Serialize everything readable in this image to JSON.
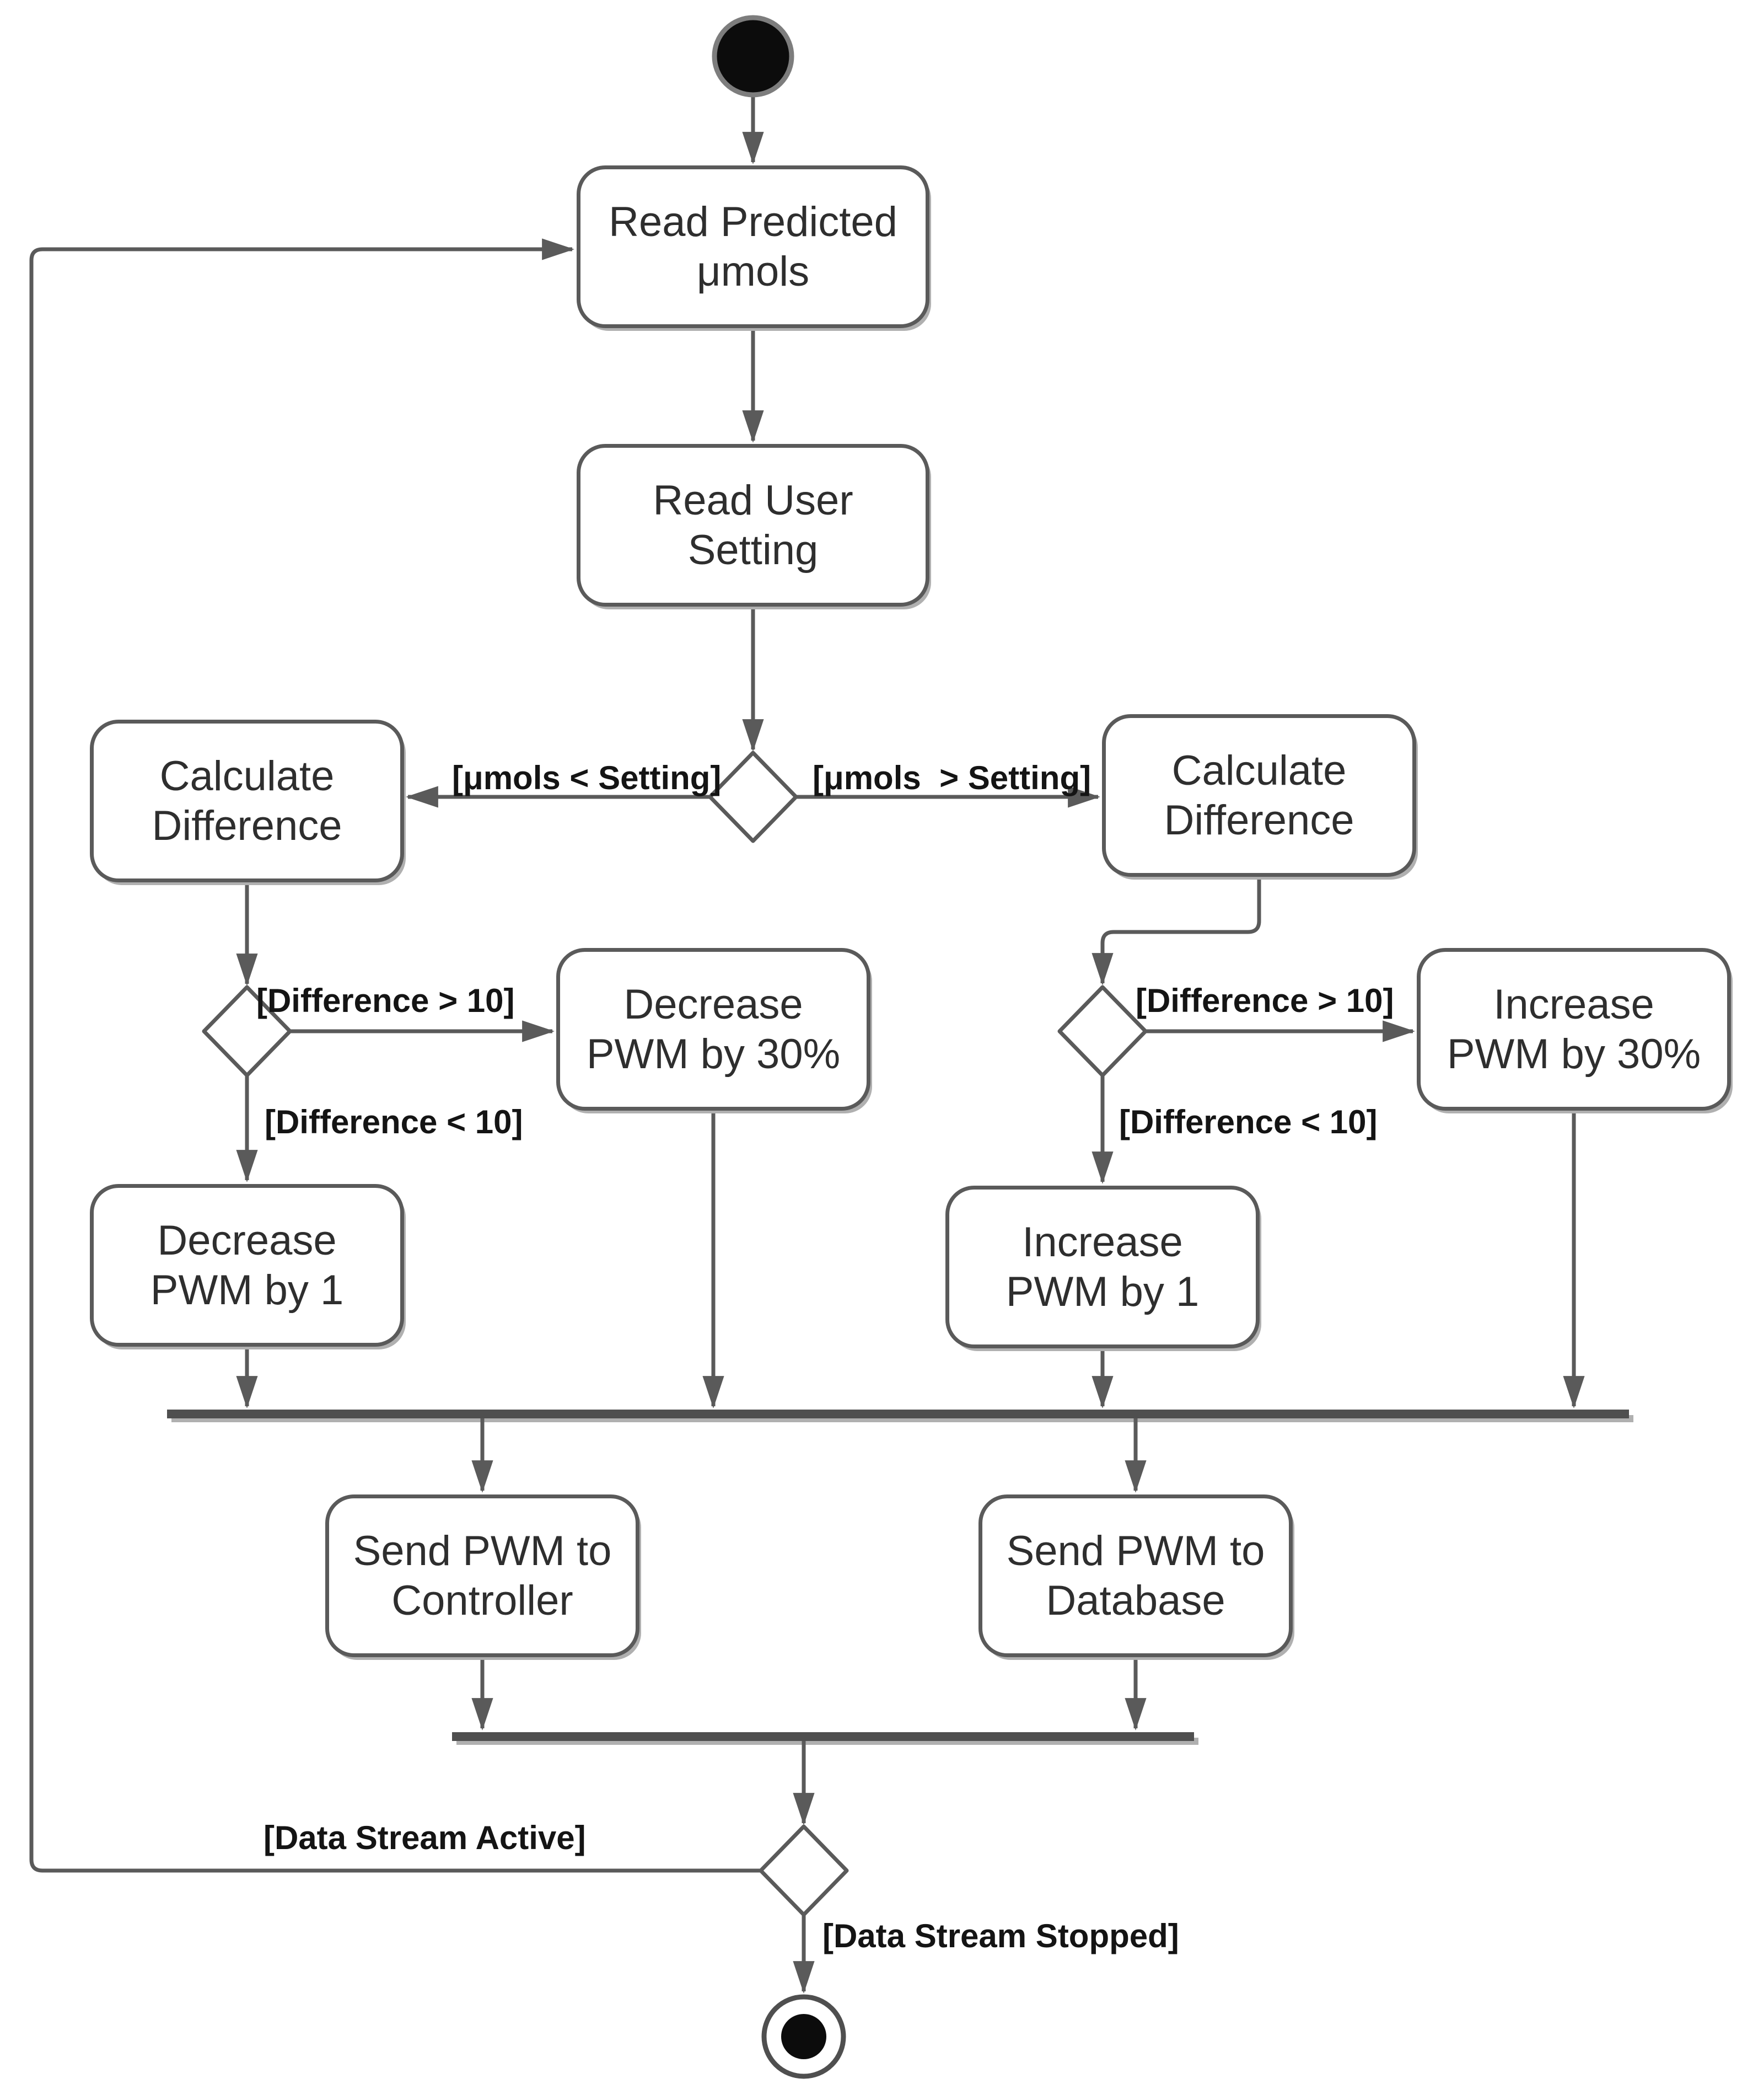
{
  "nodes": {
    "read_predicted": {
      "line1": "Read Predicted",
      "line2": "μmols"
    },
    "read_user": {
      "line1": "Read User",
      "line2": "Setting"
    },
    "calc_diff_left": {
      "line1": "Calculate",
      "line2": "Difference"
    },
    "calc_diff_right": {
      "line1": "Calculate",
      "line2": "Difference"
    },
    "decrease_pwm_30": {
      "line1": "Decrease",
      "line2": "PWM by 30%"
    },
    "decrease_pwm_1": {
      "line1": "Decrease",
      "line2": "PWM by 1"
    },
    "increase_pwm_30": {
      "line1": "Increase",
      "line2": "PWM by 30%"
    },
    "increase_pwm_1": {
      "line1": "Increase",
      "line2": "PWM by 1"
    },
    "send_pwm_controller": {
      "line1": "Send PWM to",
      "line2": "Controller"
    },
    "send_pwm_database": {
      "line1": "Send PWM to",
      "line2": "Database"
    }
  },
  "edge_labels": {
    "umols_less": "[μmols < Setting]",
    "umols_greater": "[μmols  > Setting]",
    "diff_gt_left": "[Difference > 10]",
    "diff_lt_left": "[Difference < 10]",
    "diff_gt_right": "[Difference > 10]",
    "diff_lt_right": "[Difference < 10]",
    "stream_active": "[Data Stream Active]",
    "stream_stopped": "[Data Stream Stopped]"
  },
  "colors": {
    "line": "#5a5a5a",
    "bar": "#4f4f4f",
    "node_border": "#5a5a5a",
    "node_fill": "#ffffff",
    "node_text": "#2e2e2e",
    "label_text": "#141414",
    "start_fill": "#0c0c0c",
    "shadow": "#b0b0b0",
    "background": "#ffffff"
  }
}
